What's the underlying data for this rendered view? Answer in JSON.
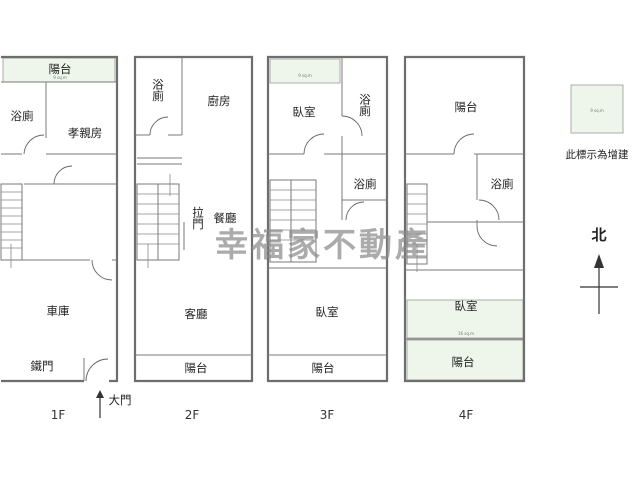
{
  "floors": [
    {
      "id": "1F",
      "label": "1F",
      "rooms": {
        "balcony": "陽台",
        "balcony_area": "9 sq.m",
        "bath": "浴廁",
        "parents_room": "孝親房",
        "garage": "車庫",
        "iron_gate": "鐵門",
        "main_gate": "大門"
      }
    },
    {
      "id": "2F",
      "label": "2F",
      "rooms": {
        "bath": "浴廁",
        "kitchen": "廚房",
        "dining": "餐廳",
        "sliding_door": "拉門",
        "living": "客廳",
        "balcony": "陽台"
      }
    },
    {
      "id": "3F",
      "label": "3F",
      "rooms": {
        "bedroom_top": "臥室",
        "bedroom_top_area": "9 sq.m",
        "bath_top": "浴廁",
        "bath_mid": "浴廁",
        "bedroom_main": "臥室",
        "balcony": "陽台"
      }
    },
    {
      "id": "4F",
      "label": "4F",
      "rooms": {
        "balcony_top": "陽台",
        "bath": "浴廁",
        "bedroom": "臥室",
        "bedroom_area": "16 sq.m",
        "balcony_bottom": "陽台"
      }
    }
  ],
  "legend": {
    "text": "此標示為增建",
    "sample_area": "9 sq.m"
  },
  "north": {
    "label": "北"
  },
  "watermark": {
    "text": "幸福家不動產"
  },
  "colors": {
    "addition_fill": "#eef5ea",
    "wall": "#6e6e6e",
    "watermark": "#8a8a8a"
  }
}
